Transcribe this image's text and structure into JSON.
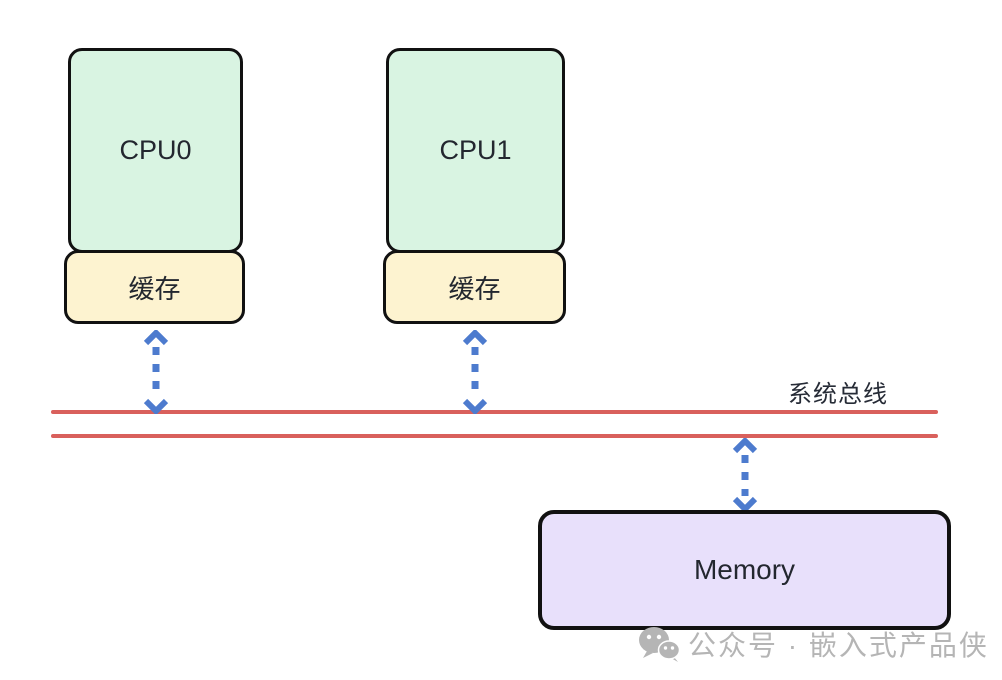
{
  "diagram": {
    "type": "architecture-diagram",
    "nodes": {
      "cpu0": {
        "label": "CPU0",
        "fill": "#d9f4e2"
      },
      "cpu1": {
        "label": "CPU1",
        "fill": "#d9f4e2"
      },
      "cache0": {
        "label": "缓存",
        "fill": "#fdf3d0"
      },
      "cache1": {
        "label": "缓存",
        "fill": "#fdf3d0"
      },
      "memory": {
        "label": "Memory",
        "fill": "#e8e0fb"
      },
      "bus": {
        "label": "系统总线",
        "style": "double-red-line"
      }
    },
    "connections": [
      {
        "from": "cache0",
        "to": "bus",
        "style": "dashed-double-headed-arrow"
      },
      {
        "from": "cache1",
        "to": "bus",
        "style": "dashed-double-headed-arrow"
      },
      {
        "from": "bus",
        "to": "memory",
        "style": "dashed-double-headed-arrow"
      }
    ],
    "colors": {
      "cpu_fill": "#d9f4e2",
      "cache_fill": "#fdf3d0",
      "memory_fill": "#e8e0fb",
      "bus_line": "#d9605c",
      "arrow": "#4d7bce",
      "node_border": "#111111",
      "text": "#23272f",
      "watermark": "#b5b5b5"
    }
  },
  "watermark": {
    "icon": "wechat-icon",
    "text": "公众号 · 嵌入式产品侠"
  }
}
